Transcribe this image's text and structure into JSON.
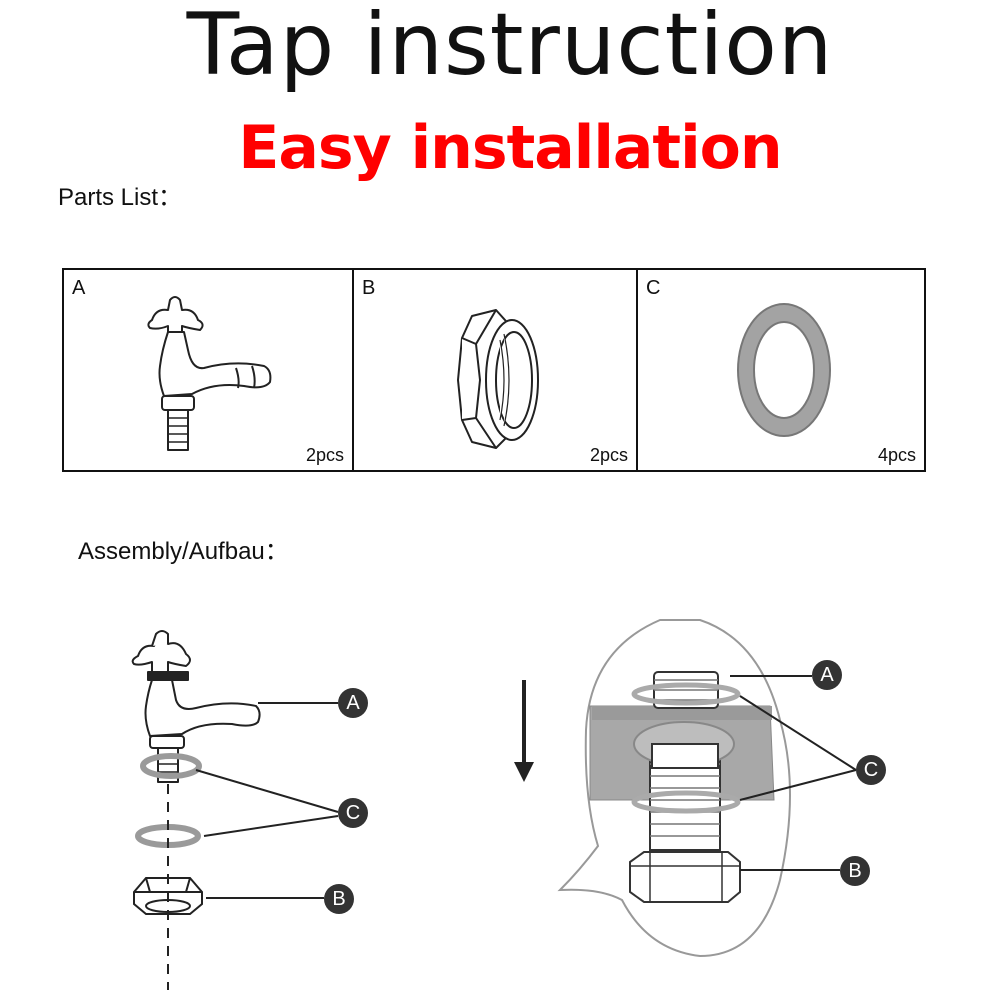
{
  "title": "Tap  instruction",
  "subtitle": "Easy installation",
  "parts_label": "Parts List：",
  "assembly_label": "Assembly/Aufbau：",
  "parts": [
    {
      "letter": "A",
      "qty": "2pcs",
      "icon": "tap-icon"
    },
    {
      "letter": "B",
      "qty": "2pcs",
      "icon": "hex-nut-icon"
    },
    {
      "letter": "C",
      "qty": "4pcs",
      "icon": "washer-ring-icon"
    }
  ],
  "callouts": {
    "left_a": "A",
    "left_c": "C",
    "left_b": "B",
    "right_a": "A",
    "right_c": "C",
    "right_b": "B"
  },
  "colors": {
    "subtitle": "#ff0000",
    "callout_fill": "#333333",
    "washer_gray": "#9a9a9a",
    "surface_gray": "#a8a8a8"
  }
}
